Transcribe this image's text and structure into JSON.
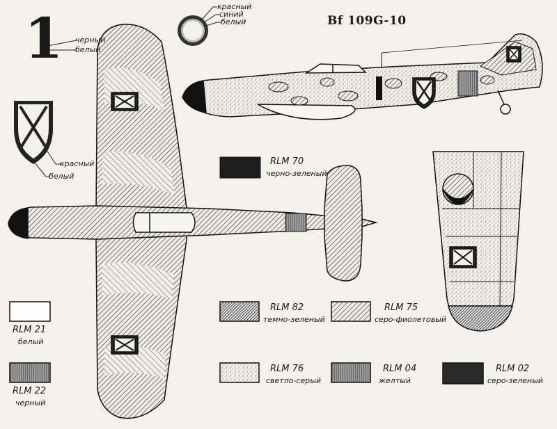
{
  "title": "Bf 109G-10",
  "marking_number": "1",
  "number_callouts": {
    "black": "черный",
    "white": "белый"
  },
  "roundel_callouts": {
    "red": "красный",
    "blue": "синий",
    "white": "белый"
  },
  "shield_callouts": {
    "red": "красный",
    "white": "белый"
  },
  "swatches": [
    {
      "id": "rlm70",
      "code": "RLM 70",
      "name": "черно-зеленый",
      "color": "#1e1e1e"
    },
    {
      "id": "rlm21",
      "code": "RLM 21",
      "name": "белый",
      "color": "#ffffff"
    },
    {
      "id": "rlm22",
      "code": "RLM 22",
      "name": "черный",
      "color": "#6a6a6a"
    },
    {
      "id": "rlm82",
      "code": "RLM 82",
      "name": "темно-зеленый",
      "color": "#8a8a8a"
    },
    {
      "id": "rlm75",
      "code": "RLM 75",
      "name": "серо-фиолетовый",
      "color": "#b0b0b0"
    },
    {
      "id": "rlm76",
      "code": "RLM 76",
      "name": "светло-серый",
      "color": "#e6e3dc"
    },
    {
      "id": "rlm04",
      "code": "RLM 04",
      "name": "желтый",
      "color": "#5a5a5a"
    },
    {
      "id": "rlm02",
      "code": "RLM 02",
      "name": "серо-зеленый",
      "color": "#3a3a3a"
    }
  ]
}
